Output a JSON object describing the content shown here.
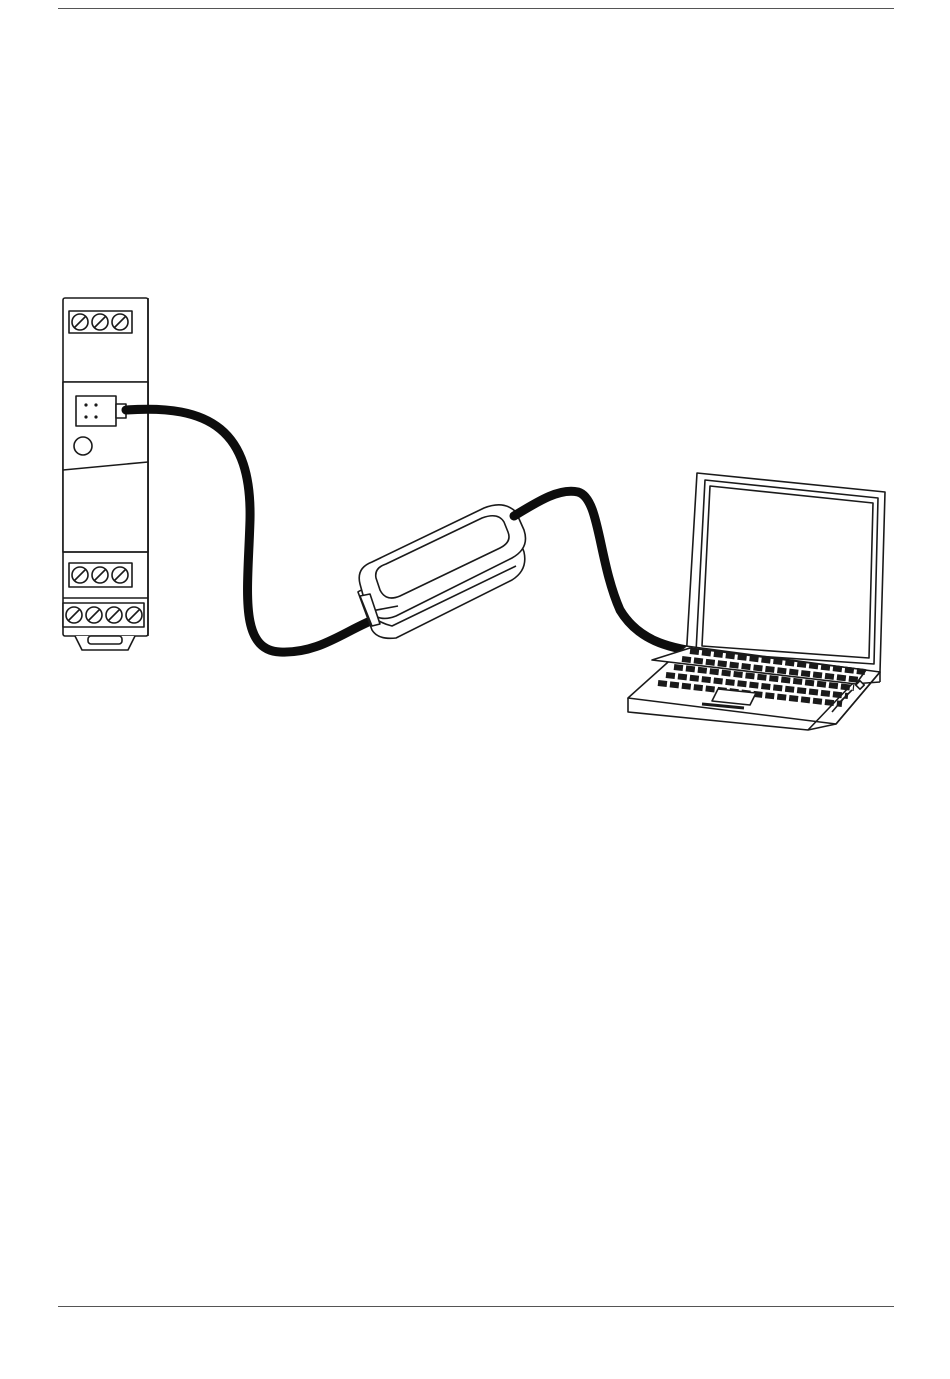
{
  "page": {
    "kind": "document page with line illustration",
    "header_rule": true,
    "footer_rule": true
  },
  "illustration": {
    "components": [
      {
        "id": "din-rail-module",
        "icon": "din-rail-module-icon",
        "top_terminals": 3,
        "middle_terminals": 3,
        "bottom_terminals": 4,
        "has_programming_port": true,
        "has_round_indicator": true
      },
      {
        "id": "usb-programming-adapter",
        "icon": "usb-adapter-icon"
      },
      {
        "id": "laptop",
        "icon": "laptop-icon"
      }
    ],
    "connections": [
      {
        "from": "din-rail-module",
        "to": "usb-programming-adapter",
        "kind": "cable"
      },
      {
        "from": "usb-programming-adapter",
        "to": "laptop",
        "kind": "cable"
      }
    ],
    "colors": {
      "ink": "#1a1a1a",
      "cable": "#0d0d0d",
      "paper": "#ffffff",
      "rule": "#555555"
    }
  }
}
